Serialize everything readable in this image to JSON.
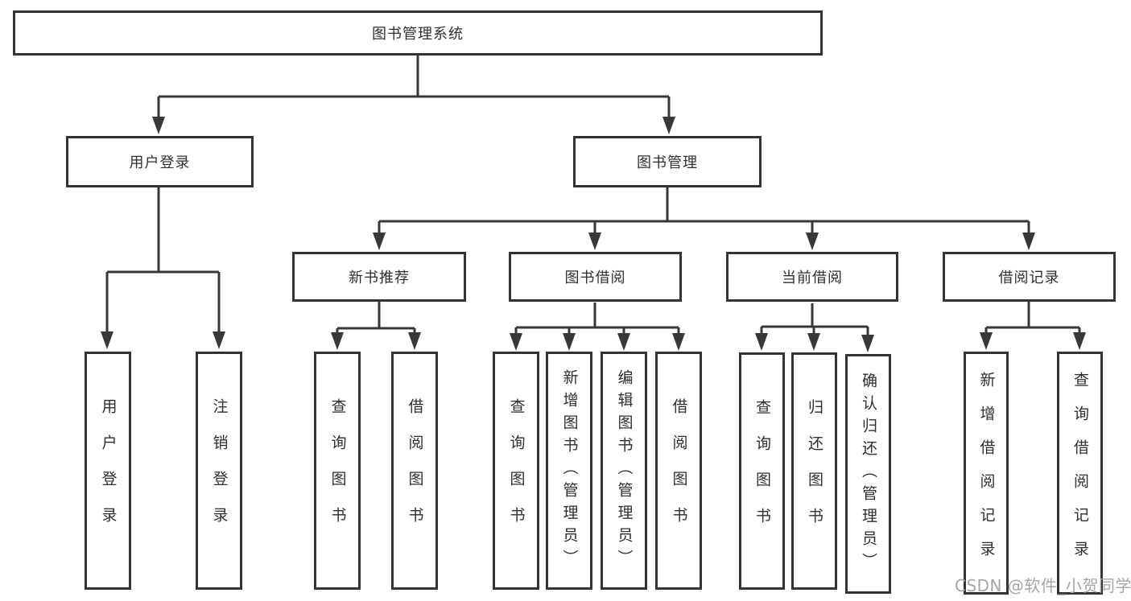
{
  "title": "图书管理系统",
  "watermark": "CSDN @软件_小贺同学",
  "colors": {
    "line": "#383838",
    "box_border": "#333333",
    "text": "#2f2f2f",
    "background": "#ffffff",
    "watermark": "#a6a6a6"
  },
  "nodes": {
    "root": {
      "label": "图书管理系统"
    },
    "user_login": {
      "label": "用户登录"
    },
    "book_mgmt": {
      "label": "图书管理"
    },
    "new_book_rec": {
      "label": "新书推荐"
    },
    "book_borrow": {
      "label": "图书借阅"
    },
    "current_borrow": {
      "label": "当前借阅"
    },
    "borrow_records": {
      "label": "借阅记录"
    },
    "ul_user_login": {
      "label": "用户登录"
    },
    "ul_logout": {
      "label": "注销登录"
    },
    "nb_query_book": {
      "label": "查询图书"
    },
    "nb_borrow_book": {
      "label": "借阅图书"
    },
    "bb_query_book": {
      "label": "查询图书"
    },
    "bb_add_book": {
      "label": "新增图书（管理员）"
    },
    "bb_edit_book": {
      "label": "编辑图书（管理员）"
    },
    "bb_borrow_book": {
      "label": "借阅图书"
    },
    "cb_query_book": {
      "label": "查询图书"
    },
    "cb_return_book": {
      "label": "归还图书"
    },
    "cb_confirm_return": {
      "label": "确认归还（管理员）"
    },
    "br_add_record": {
      "label": "新增借阅记录"
    },
    "br_query_record": {
      "label": "查询借阅记录"
    }
  },
  "hierarchy": {
    "图书管理系统": {
      "用户登录": [
        "用户登录",
        "注销登录"
      ],
      "图书管理": {
        "新书推荐": [
          "查询图书",
          "借阅图书"
        ],
        "图书借阅": [
          "查询图书",
          "新增图书（管理员）",
          "编辑图书（管理员）",
          "借阅图书"
        ],
        "当前借阅": [
          "查询图书",
          "归还图书",
          "确认归还（管理员）"
        ],
        "借阅记录": [
          "新增借阅记录",
          "查询借阅记录"
        ]
      }
    }
  }
}
